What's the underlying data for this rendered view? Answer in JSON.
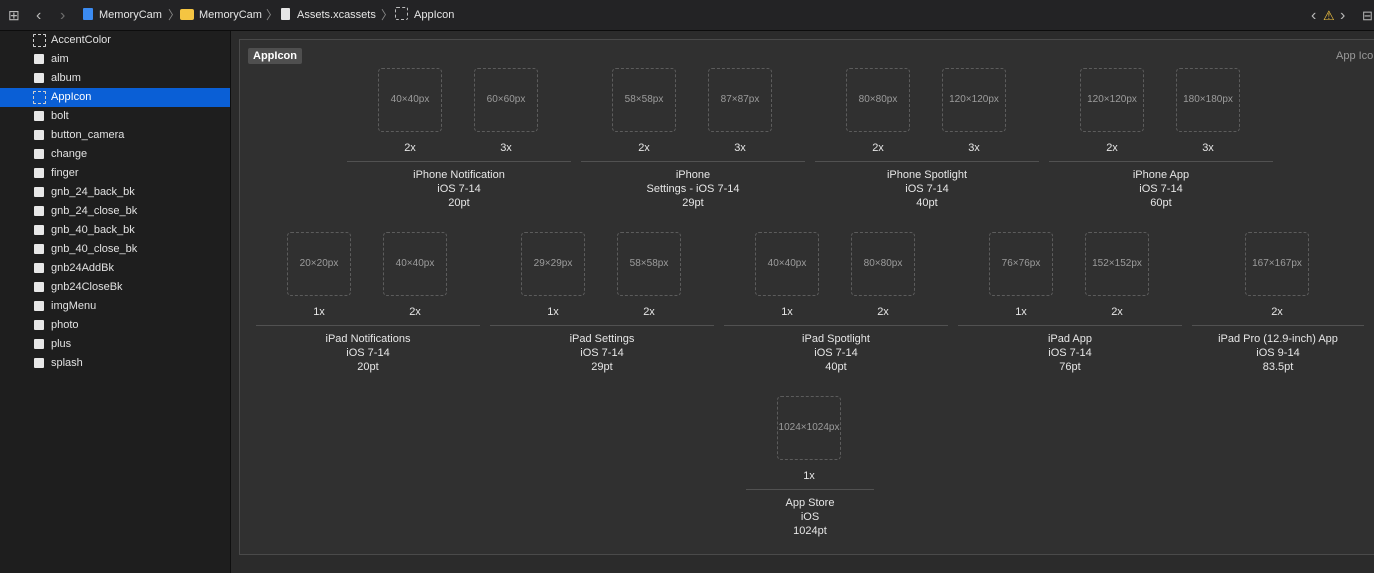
{
  "toolbar": {
    "breadcrumbs": [
      "MemoryCam",
      "MemoryCam",
      "Assets.xcassets",
      "AppIcon"
    ],
    "warning_symbol": "⚠"
  },
  "sidebar": {
    "items": [
      {
        "label": "AccentColor",
        "icon": "color-set-icon"
      },
      {
        "label": "aim",
        "icon": "image-icon"
      },
      {
        "label": "album",
        "icon": "image-icon"
      },
      {
        "label": "AppIcon",
        "icon": "app-icon-set-icon",
        "selected": true
      },
      {
        "label": "bolt",
        "icon": "image-icon"
      },
      {
        "label": "button_camera",
        "icon": "image-icon"
      },
      {
        "label": "change",
        "icon": "image-icon"
      },
      {
        "label": "finger",
        "icon": "image-icon"
      },
      {
        "label": "gnb_24_back_bk",
        "icon": "image-icon"
      },
      {
        "label": "gnb_24_close_bk",
        "icon": "image-icon"
      },
      {
        "label": "gnb_40_back_bk",
        "icon": "image-icon"
      },
      {
        "label": "gnb_40_close_bk",
        "icon": "image-icon"
      },
      {
        "label": "gnb24AddBk",
        "icon": "image-icon"
      },
      {
        "label": "gnb24CloseBk",
        "icon": "image-icon"
      },
      {
        "label": "imgMenu",
        "icon": "image-icon"
      },
      {
        "label": "photo",
        "icon": "image-icon"
      },
      {
        "label": "plus",
        "icon": "image-icon"
      },
      {
        "label": "splash",
        "icon": "image-icon"
      }
    ]
  },
  "editor": {
    "set_name": "AppIcon",
    "set_type": "App Icon",
    "rows": [
      {
        "groups": [
          {
            "slots": [
              {
                "size": "40×40px",
                "scale": "2x"
              },
              {
                "size": "60×60px",
                "scale": "3x"
              }
            ],
            "label": [
              "iPhone Notification",
              "iOS 7-14",
              "20pt"
            ]
          },
          {
            "slots": [
              {
                "size": "58×58px",
                "scale": "2x"
              },
              {
                "size": "87×87px",
                "scale": "3x"
              }
            ],
            "label": [
              "iPhone",
              "Settings - iOS 7-14",
              "29pt"
            ]
          },
          {
            "slots": [
              {
                "size": "80×80px",
                "scale": "2x"
              },
              {
                "size": "120×120px",
                "scale": "3x"
              }
            ],
            "label": [
              "iPhone Spotlight",
              "iOS 7-14",
              "40pt"
            ]
          },
          {
            "slots": [
              {
                "size": "120×120px",
                "scale": "2x"
              },
              {
                "size": "180×180px",
                "scale": "3x"
              }
            ],
            "label": [
              "iPhone App",
              "iOS 7-14",
              "60pt"
            ]
          }
        ]
      },
      {
        "groups": [
          {
            "slots": [
              {
                "size": "20×20px",
                "scale": "1x"
              },
              {
                "size": "40×40px",
                "scale": "2x"
              }
            ],
            "label": [
              "iPad Notifications",
              "iOS 7-14",
              "20pt"
            ]
          },
          {
            "slots": [
              {
                "size": "29×29px",
                "scale": "1x"
              },
              {
                "size": "58×58px",
                "scale": "2x"
              }
            ],
            "label": [
              "iPad Settings",
              "iOS 7-14",
              "29pt"
            ]
          },
          {
            "slots": [
              {
                "size": "40×40px",
                "scale": "1x"
              },
              {
                "size": "80×80px",
                "scale": "2x"
              }
            ],
            "label": [
              "iPad Spotlight",
              "iOS 7-14",
              "40pt"
            ]
          },
          {
            "slots": [
              {
                "size": "76×76px",
                "scale": "1x"
              },
              {
                "size": "152×152px",
                "scale": "2x"
              }
            ],
            "label": [
              "iPad App",
              "iOS 7-14",
              "76pt"
            ]
          },
          {
            "slots": [
              {
                "size": "167×167px",
                "scale": "2x"
              }
            ],
            "label": [
              "iPad Pro (12.9-inch) App",
              "iOS 9-14",
              "83.5pt"
            ]
          }
        ]
      },
      {
        "groups": [
          {
            "slots": [
              {
                "size": "1024×1024px",
                "scale": "1x"
              }
            ],
            "label": [
              "App Store",
              "iOS",
              "1024pt"
            ]
          }
        ]
      }
    ]
  }
}
